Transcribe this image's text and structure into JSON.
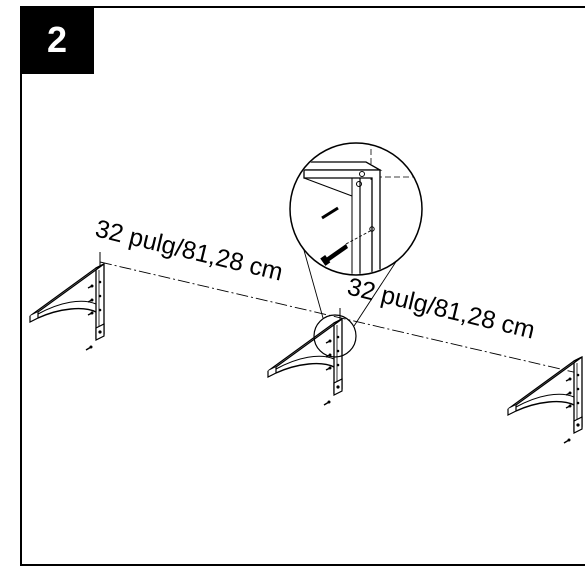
{
  "step": {
    "number": "2"
  },
  "dimensions": {
    "left": "32 pulg/81,28 cm",
    "right": "32 pulg/81,28 cm"
  }
}
